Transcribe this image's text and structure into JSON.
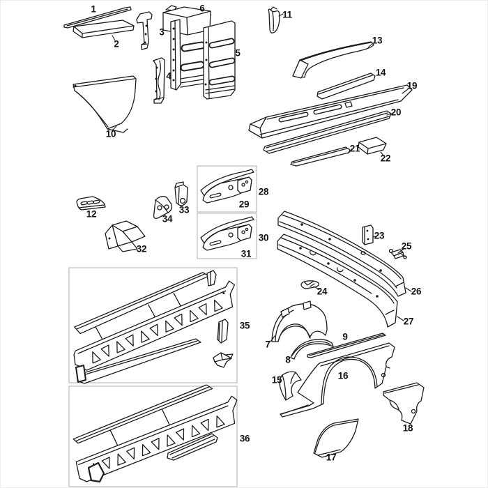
{
  "diagram": {
    "kind": "exploded-parts-diagram",
    "colors": {
      "line": "#1a1a1a",
      "background": "#ffffff",
      "inset_border": "#c9c9c9"
    }
  },
  "parts": [
    {
      "num": "1"
    },
    {
      "num": "2"
    },
    {
      "num": "3"
    },
    {
      "num": "4"
    },
    {
      "num": "5"
    },
    {
      "num": "6"
    },
    {
      "num": "7"
    },
    {
      "num": "8"
    },
    {
      "num": "9"
    },
    {
      "num": "10"
    },
    {
      "num": "11"
    },
    {
      "num": "12"
    },
    {
      "num": "13"
    },
    {
      "num": "14"
    },
    {
      "num": "15"
    },
    {
      "num": "16"
    },
    {
      "num": "17"
    },
    {
      "num": "18"
    },
    {
      "num": "19"
    },
    {
      "num": "20"
    },
    {
      "num": "21"
    },
    {
      "num": "22"
    },
    {
      "num": "23"
    },
    {
      "num": "24"
    },
    {
      "num": "25"
    },
    {
      "num": "26"
    },
    {
      "num": "27"
    },
    {
      "num": "28"
    },
    {
      "num": "29"
    },
    {
      "num": "30"
    },
    {
      "num": "31"
    },
    {
      "num": "32"
    },
    {
      "num": "33"
    },
    {
      "num": "34"
    },
    {
      "num": "35"
    },
    {
      "num": "36"
    }
  ]
}
